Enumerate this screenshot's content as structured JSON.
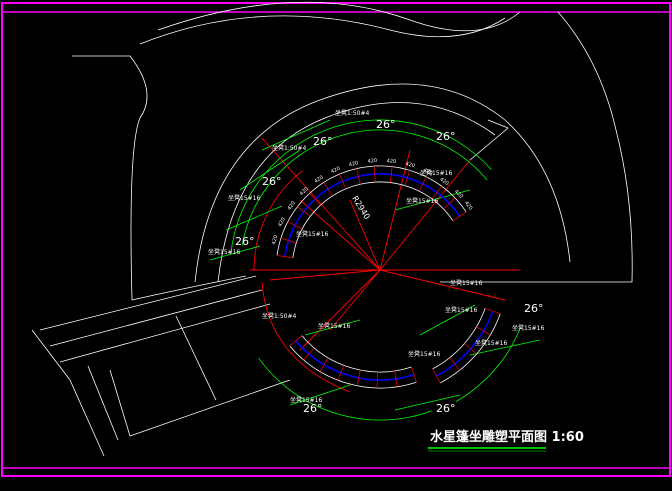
{
  "drawing": {
    "title": "水星篷坐雕塑平面图 1:60",
    "colors": {
      "background": "#000000",
      "frame": "#ff00ff",
      "outline": "#ffffff",
      "dimension": "#00ff00",
      "construction": "#ff0000",
      "seat_line": "#0000ff",
      "annotation": "#ffffff",
      "title": "#ffffff",
      "title_underline": "#00ff00"
    },
    "angle_labels": [
      "26°",
      "26°",
      "26°",
      "26°",
      "26°",
      "26°",
      "26°",
      "26°"
    ],
    "radius_label": "R2940",
    "upper_arc_notes": [
      "坐凳1:50#4",
      "坐凳1:50#4",
      "坐凳15#16",
      "坐凳15#16",
      "坐凳15#16",
      "坐凳15#16",
      "坐凳15#16"
    ],
    "right_arc_notes": [
      "坐凳15#16",
      "坐凳15#16",
      "坐凳15#16",
      "坐凳15#16"
    ],
    "lower_arc_notes": [
      "坐凳1:50#4",
      "坐凳15#16",
      "坐凳15#16",
      "坐凳15#16"
    ],
    "segment_dims": [
      "420",
      "420",
      "420",
      "420",
      "420",
      "420",
      "420",
      "420",
      "420",
      "420",
      "420",
      "420",
      "420",
      "420"
    ]
  }
}
